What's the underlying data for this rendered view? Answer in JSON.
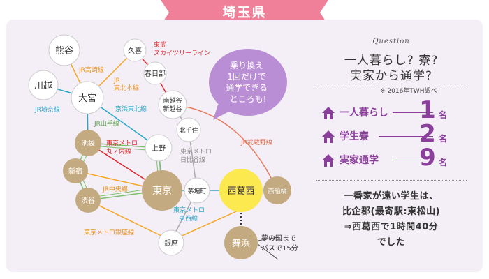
{
  "header": {
    "title": "埼玉県",
    "color": "#f07f99"
  },
  "bubble": {
    "lines": [
      "乗り換え",
      "1回だけで",
      "通学できる",
      "ところも!"
    ],
    "color": "#b98ed4"
  },
  "stations": {
    "kumagaya": "熊谷",
    "kawagoe": "川越",
    "omiya": "大宮",
    "kuki": "久喜",
    "kasukabe": "春日部",
    "minamikoshigaya": "南越谷\n新越谷",
    "kitasenju": "北千住",
    "ueno": "上野",
    "ikebukuro": "池袋",
    "shinjuku": "新宿",
    "shibuya": "渋谷",
    "tokyo": "東京",
    "kayabacho": "茅場町",
    "nishikasai": "西葛西",
    "nishifunabashi": "西船橋",
    "maihama": "舞浜",
    "ginza": "銀座"
  },
  "lines": {
    "jr_takasaki": "JR高崎線",
    "jr_tohoku": "JR\n東北本線",
    "tobu_skytree": "東武\nスカイツリーライン",
    "jr_saikyo": "JR埼京線",
    "keihin_tohoku": "京浜東北線",
    "jr_yamanote": "JR山手線",
    "metro_marunouchi": "東京メトロ\n丸ノ内線",
    "metro_hibiya": "東京メトロ\n日比谷線",
    "jr_musashino": "JR武蔵野線",
    "jr_chuo": "JR中央線",
    "metro_tozai": "東京メトロ\n東西線",
    "metro_ginza": "東京メトロ銀座線"
  },
  "annotation": "夢の国まで\nバスで15分",
  "question": {
    "label": "Question",
    "line1": "一人暮らし? 寮?",
    "line2": "実家から通学?"
  },
  "survey_note": "※ 2016年TWH調べ",
  "results": [
    {
      "label": "一人暮らし",
      "value": "1",
      "unit": "名"
    },
    {
      "label": "学生寮",
      "value": "2",
      "unit": "名"
    },
    {
      "label": "実家通学",
      "value": "9",
      "unit": "名"
    }
  ],
  "accent_color": "#8a3f9b",
  "farthest": {
    "line1": "一番家が遠い学生は、",
    "line2": "比企郡(最寄駅:東松山)",
    "line3": "⇒西葛西で1時間40分",
    "line4": "でした"
  }
}
